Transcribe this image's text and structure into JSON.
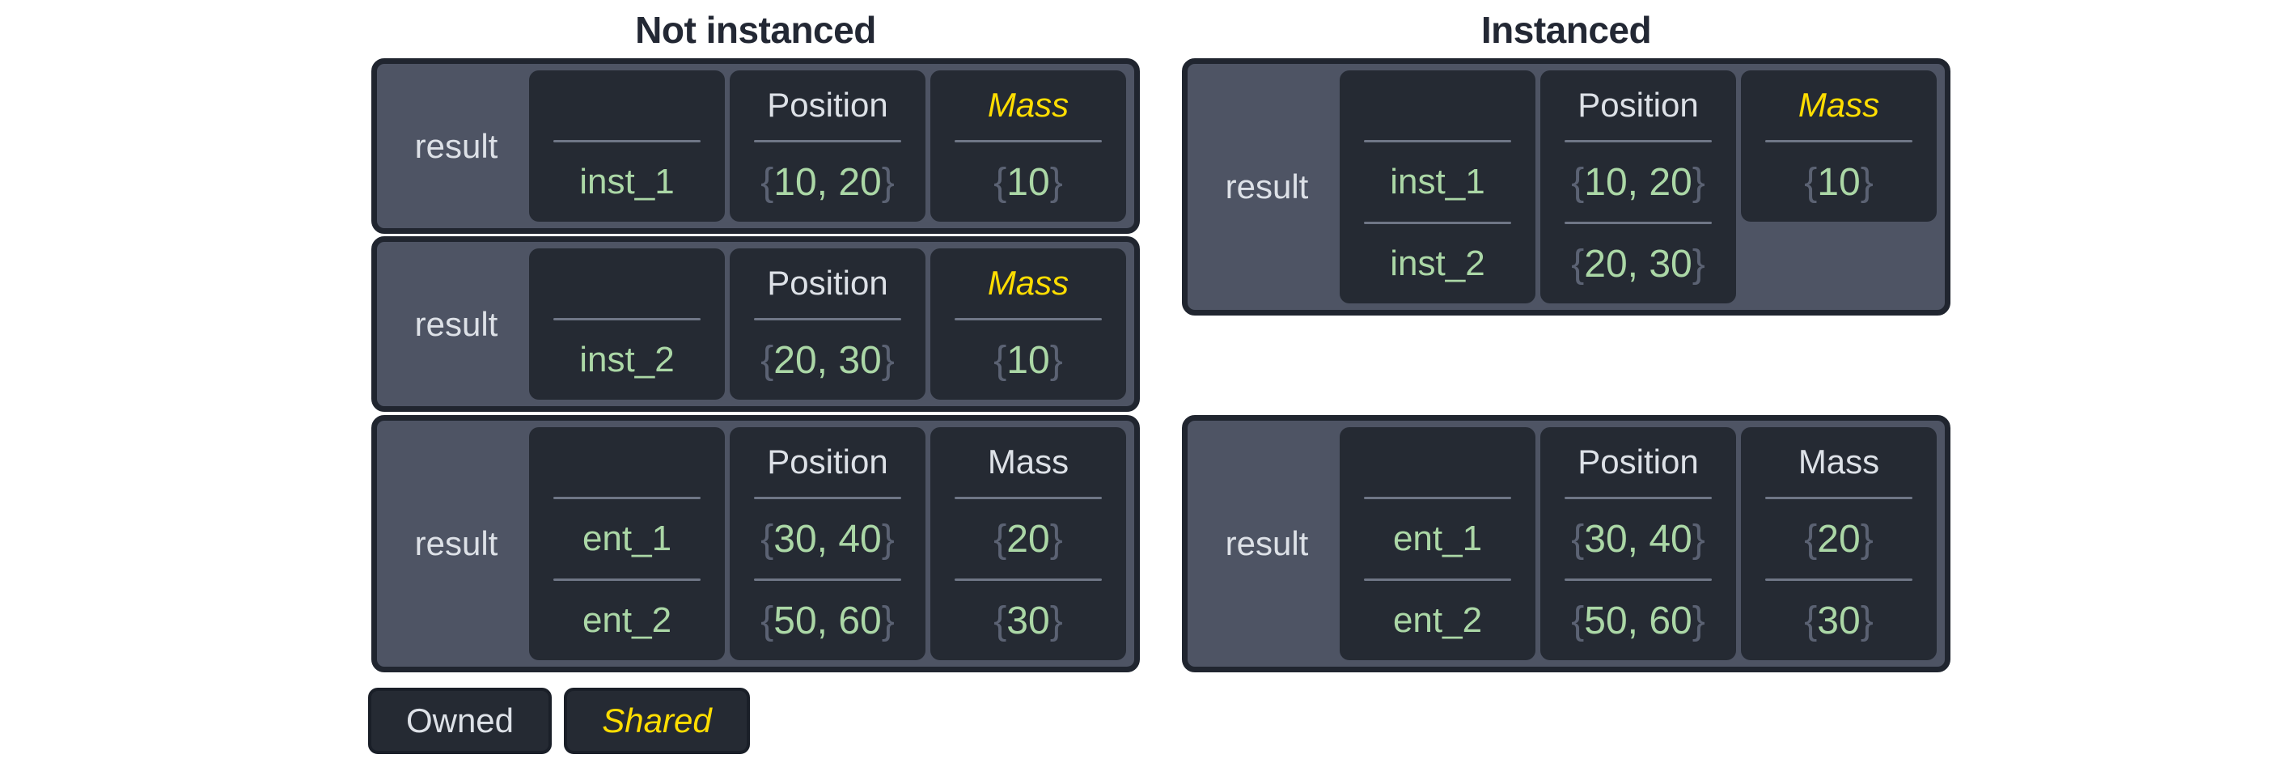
{
  "titles": {
    "left": "Not instanced",
    "right": "Instanced"
  },
  "syntax": {
    "open": "{",
    "close": "}",
    "comma": ", "
  },
  "legend": {
    "owned": "Owned",
    "shared": "Shared"
  },
  "colors": {
    "background": "#ffffff",
    "panel_slate": "#4e5464",
    "panel_border": "#20252f",
    "cell_dark": "#252a33",
    "text_light": "#dde1e7",
    "value_green": "#abd7a6",
    "shared_yellow": "#ffdd00",
    "brace_gray": "#5b6273",
    "divider_gray": "#6f7686",
    "title_dark": "#232834"
  },
  "boxes": {
    "ni1": {
      "result": "result",
      "entity": {
        "names": [
          "inst_1"
        ]
      },
      "position": {
        "header": "Position",
        "rows": [
          [
            "10",
            "20"
          ]
        ]
      },
      "mass": {
        "header": "Mass",
        "shared": true,
        "rows": [
          [
            "10"
          ]
        ]
      }
    },
    "ni2": {
      "result": "result",
      "entity": {
        "names": [
          "inst_2"
        ]
      },
      "position": {
        "header": "Position",
        "rows": [
          [
            "20",
            "30"
          ]
        ]
      },
      "mass": {
        "header": "Mass",
        "shared": true,
        "rows": [
          [
            "10"
          ]
        ]
      }
    },
    "ni3": {
      "result": "result",
      "entity": {
        "names": [
          "ent_1",
          "ent_2"
        ]
      },
      "position": {
        "header": "Position",
        "rows": [
          [
            "30",
            "40"
          ],
          [
            "50",
            "60"
          ]
        ]
      },
      "mass": {
        "header": "Mass",
        "shared": false,
        "rows": [
          [
            "20"
          ],
          [
            "30"
          ]
        ]
      }
    },
    "i1": {
      "result": "result",
      "entity": {
        "names": [
          "inst_1",
          "inst_2"
        ]
      },
      "position": {
        "header": "Position",
        "rows": [
          [
            "10",
            "20"
          ],
          [
            "20",
            "30"
          ]
        ]
      },
      "mass": {
        "header": "Mass",
        "shared": true,
        "rows": [
          [
            "10"
          ]
        ]
      }
    },
    "i2": {
      "result": "result",
      "entity": {
        "names": [
          "ent_1",
          "ent_2"
        ]
      },
      "position": {
        "header": "Position",
        "rows": [
          [
            "30",
            "40"
          ],
          [
            "50",
            "60"
          ]
        ]
      },
      "mass": {
        "header": "Mass",
        "shared": false,
        "rows": [
          [
            "20"
          ],
          [
            "30"
          ]
        ]
      }
    }
  }
}
